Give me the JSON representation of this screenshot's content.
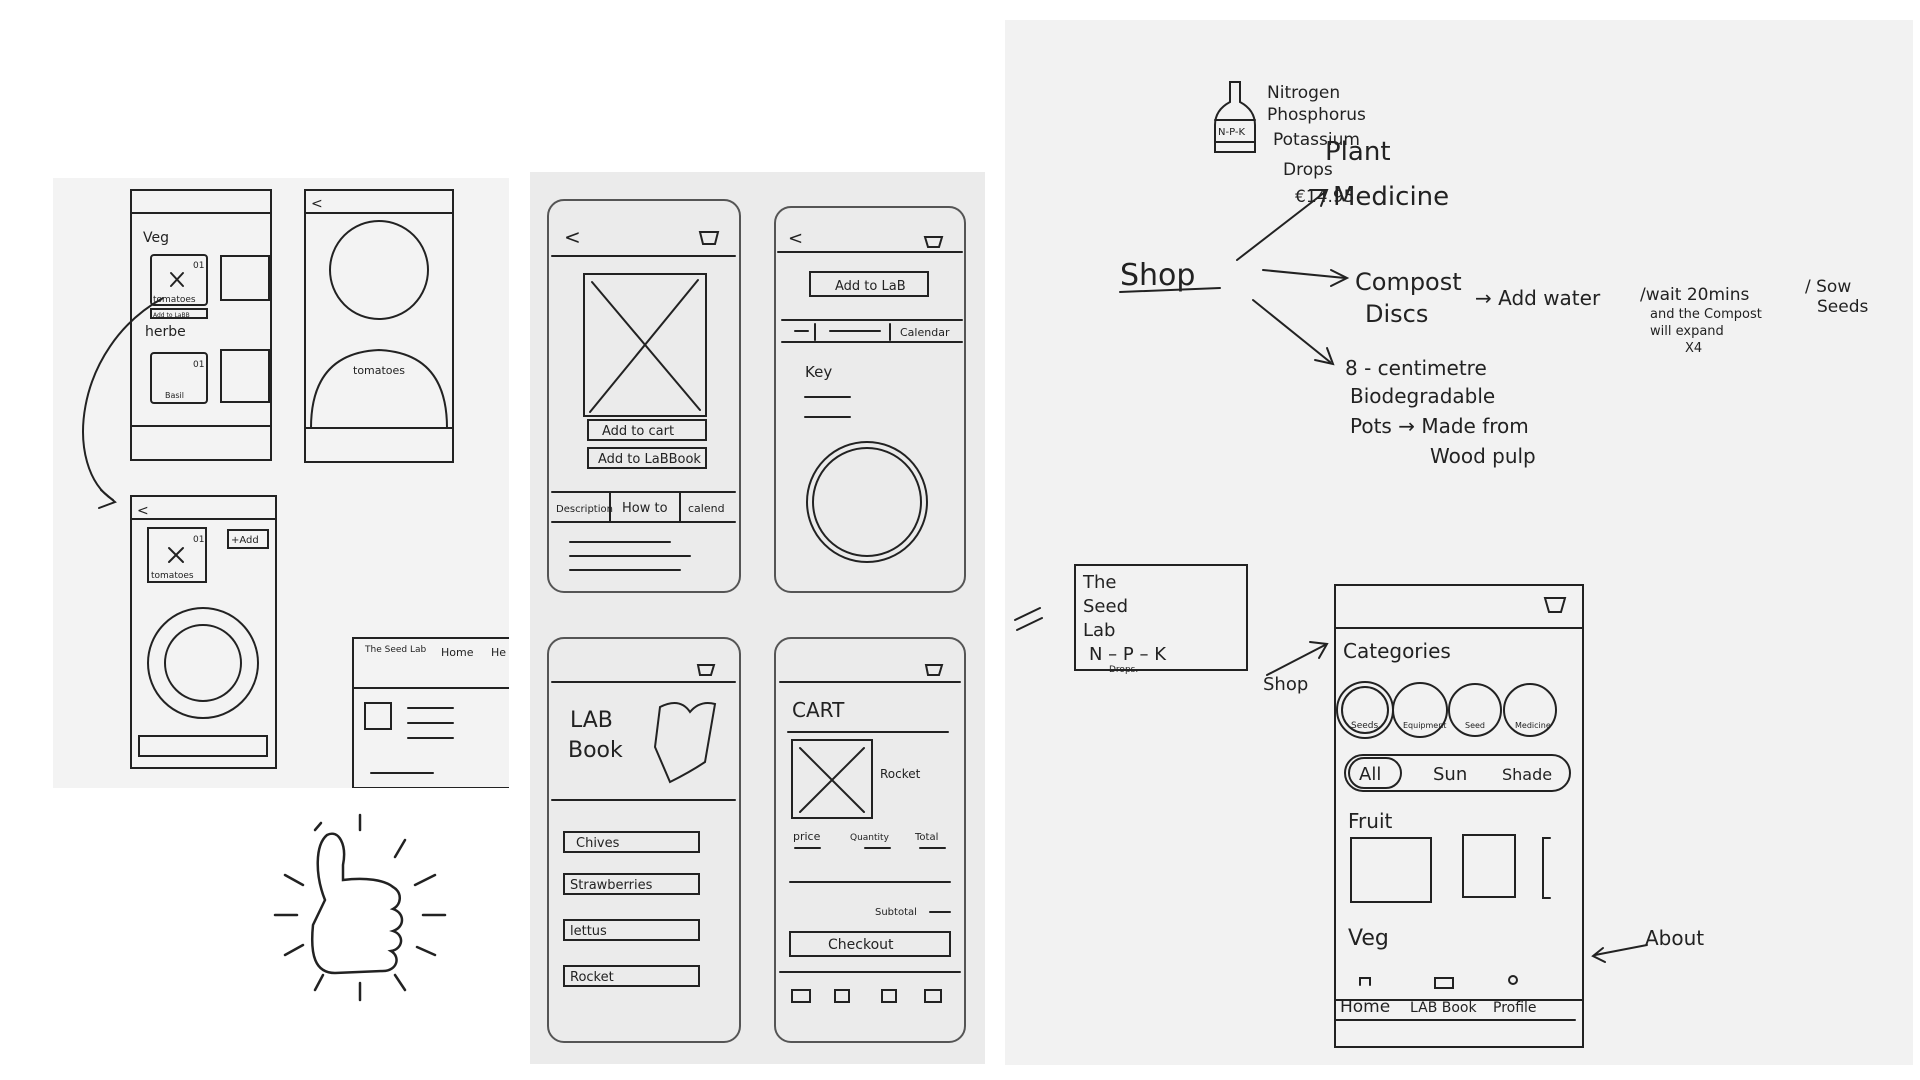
{
  "paper_left": {
    "phone1": {
      "veg_label": "Veg",
      "num_01a": "01",
      "item_tomatoes": "tomatoes",
      "add_to_lab": "Add to LaBB",
      "herbs_label": "herbe",
      "num_01b": "01",
      "item_basil": "Basil"
    },
    "phone2": {
      "back": "<",
      "item": "tomatoes"
    },
    "phone3": {
      "back": "<",
      "num": "01",
      "add": "+Add",
      "item": "tomatoes"
    },
    "web": {
      "logo": "The Seed Lab",
      "nav_home": "Home",
      "nav_more": "He"
    }
  },
  "paper_middle": {
    "product": {
      "back": "<",
      "add_to_cart": "Add to cart",
      "add_to_labbook": "Add to LaBBook",
      "tabs": [
        "Description",
        "How to",
        "calend"
      ]
    },
    "calendar": {
      "back": "<",
      "add_to_lab": "Add to LaB",
      "calendar_tab": "Calendar",
      "key": "Key"
    },
    "labbook": {
      "title_line1": "LAB",
      "title_line2": "Book",
      "items": [
        "Chives",
        "Strawberries",
        "lettus",
        "Rocket"
      ]
    },
    "cart": {
      "title": "CART",
      "product": "Rocket",
      "col_price": "price",
      "col_quantity": "Quantity",
      "col_total": "Total",
      "subtotal": "Subtotal",
      "checkout": "Checkout"
    }
  },
  "paper_right": {
    "shop": "Shop",
    "medicine": {
      "title_line1": "Plant",
      "title_line2": "Medicine",
      "bottle_label": "N-P-K",
      "desc": [
        "Nitrogen",
        "Phosphorus",
        "Potassium",
        "Drops"
      ],
      "price": "€14.95"
    },
    "compost": {
      "title_line1": "Compost",
      "title_line2": "Discs",
      "step1": "→ Add water",
      "step2": [
        "/wait 20mins",
        "and the Compost",
        "will expand",
        "X4"
      ],
      "step3": [
        "/ Sow",
        "Seeds"
      ]
    },
    "pots": {
      "line1": "8 - centimetre",
      "line2": "Biodegradable",
      "line3": "Pots → Made from",
      "line4": "Wood pulp"
    },
    "brand": {
      "line1": "The",
      "line2": "Seed",
      "line3": "Lab",
      "line4": "N – P – K",
      "line5": "Drops."
    },
    "shop_arrow": "Shop",
    "about_arrow": "About",
    "app": {
      "categories": "Categories",
      "cats": [
        "Seeds",
        "Equipment",
        "Seed",
        "Medicine"
      ],
      "filters": [
        "All",
        "Sun",
        "Shade"
      ],
      "fruit": "Fruit",
      "veg": "Veg",
      "nav": [
        "Home",
        "LAB Book",
        "Profile"
      ]
    }
  }
}
